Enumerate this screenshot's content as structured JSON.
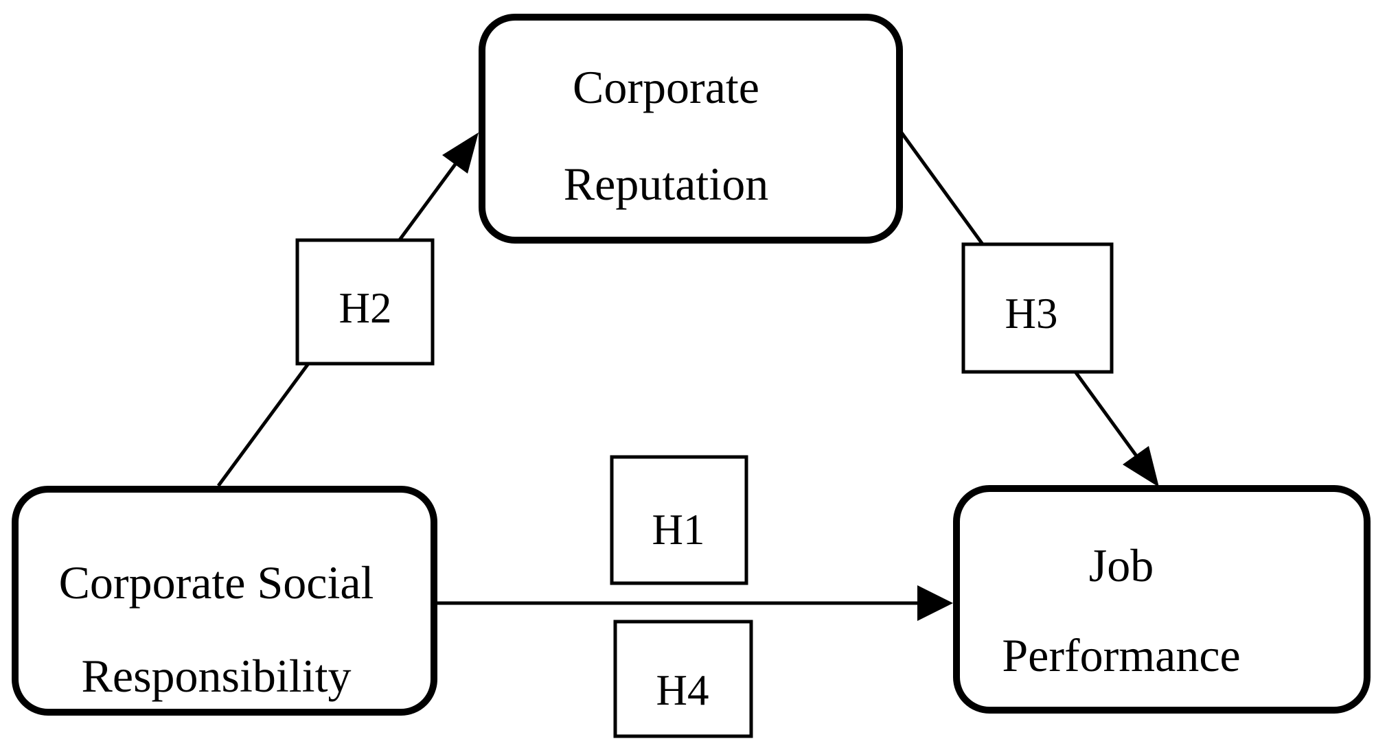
{
  "diagram": {
    "colors": {
      "background": "#ffffff",
      "line": "#000000",
      "box_fill": "#ffffff",
      "text": "#000000"
    },
    "nodes": {
      "corporate_reputation": {
        "line1": "Corporate",
        "line2": "Reputation"
      },
      "corporate_social_responsibility": {
        "line1": "Corporate Social",
        "line2": "Responsibility"
      },
      "job_performance": {
        "line1": "Job",
        "line2": "Performance"
      }
    },
    "hypothesis_labels": {
      "h1": "H1",
      "h2": "H2",
      "h3": "H3",
      "h4": "H4"
    }
  }
}
